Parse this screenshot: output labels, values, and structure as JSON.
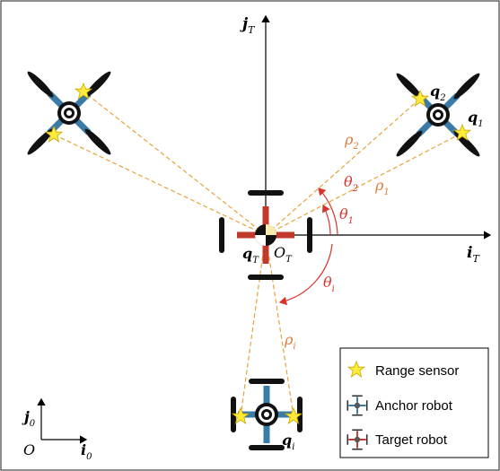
{
  "axes": {
    "target_x": "i",
    "target_x_sub": "T",
    "target_y": "j",
    "target_y_sub": "T",
    "origin_target": "O",
    "origin_target_sub": "T",
    "world_x": "i",
    "world_x_sub": "0",
    "world_y": "j",
    "world_y_sub": "0",
    "world_origin": "O"
  },
  "points": {
    "q1": "q",
    "q1_sub": "1",
    "q2": "q",
    "q2_sub": "2",
    "qT": "q",
    "qT_sub": "T",
    "qi": "q",
    "qi_sub": "i"
  },
  "ranges": {
    "rho1": "ρ",
    "rho1_sub": "1",
    "rho2": "ρ",
    "rho2_sub": "2",
    "rhoi": "ρ",
    "rhoi_sub": "i"
  },
  "angles": {
    "theta1": "θ",
    "theta1_sub": "1",
    "theta2": "θ",
    "theta2_sub": "2",
    "thetai": "θ",
    "thetai_sub": "i"
  },
  "legend": {
    "range_sensor": "Range sensor",
    "anchor_robot": "Anchor robot",
    "target_robot": "Target robot"
  },
  "colors": {
    "anchor_arm": "#3a7ca5",
    "target_arm": "#c0392b",
    "sensor_star": "#ffeb3b",
    "range_line": "#e8a33a",
    "range_label": "#e07b39",
    "angle": "#d9342b",
    "propeller": "#111111"
  }
}
